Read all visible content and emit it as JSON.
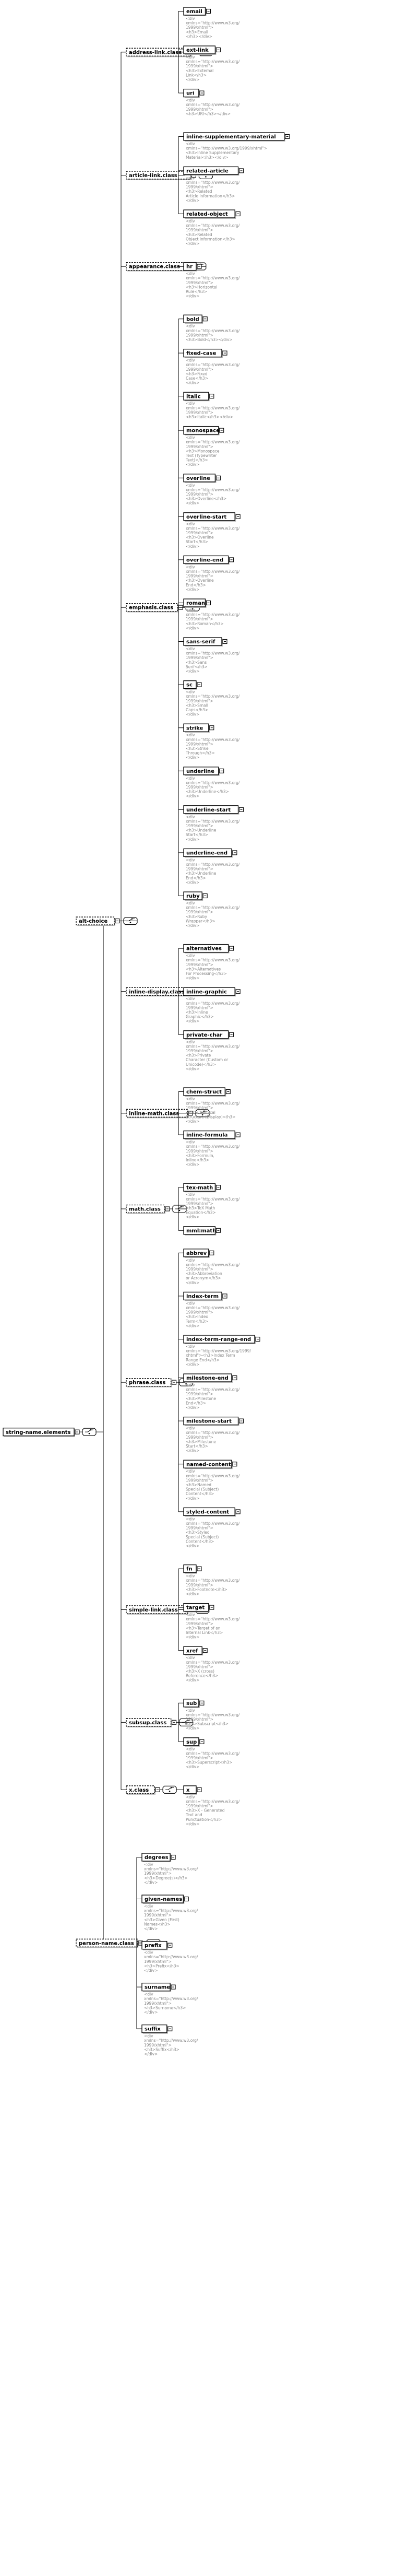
{
  "root": {
    "label": "string-name.elements"
  },
  "groups": [
    {
      "id": "g-alt",
      "label": "alt-choice",
      "children": [
        {
          "id": "c-address",
          "label": "address-link.class",
          "elements": [
            {
              "name": "email",
              "doc": [
                "<div",
                "xmlns=\"http://www.w3.org/",
                "1999/xhtml\">",
                "<h3>Email",
                "</h3></div>"
              ]
            },
            {
              "name": "ext-link",
              "doc": [
                "<div",
                "xmlns=\"http://www.w3.org/",
                "1999/xhtml\">",
                "<h3>External",
                "Link</h3>",
                "</div>"
              ]
            },
            {
              "name": "uri",
              "doc": [
                "<div",
                "xmlns=\"http://www.w3.org/",
                "1999/xhtml\">",
                "<h3>URI</h3></div>"
              ]
            }
          ]
        },
        {
          "id": "c-article",
          "label": "article-link.class",
          "elements": [
            {
              "name": "inline-supplementary-material",
              "doc": [
                "<div",
                "xmlns=\"http://www.w3.org/1999/xhtml\">",
                "<h3>Inline Supplementary",
                "Material</h3></div>"
              ]
            },
            {
              "name": "related-article",
              "doc": [
                "<div",
                "xmlns=\"http://www.w3.org/",
                "1999/xhtml\">",
                "<h3>Related",
                "Article Information</h3>",
                "</div>"
              ]
            },
            {
              "name": "related-object",
              "doc": [
                "<div",
                "xmlns=\"http://www.w3.org/",
                "1999/xhtml\">",
                "<h3>Related",
                "Object Information</h3>",
                "</div>"
              ]
            }
          ]
        },
        {
          "id": "c-appearance",
          "label": "appearance.class",
          "elements": [
            {
              "name": "hr",
              "doc": [
                "<div",
                "xmlns=\"http://www.w3.org/",
                "1999/xhtml\">",
                "<h3>Horizontal",
                "Rule</h3>",
                "</div>"
              ]
            }
          ]
        },
        {
          "id": "c-emphasis",
          "label": "emphasis.class",
          "elements": [
            {
              "name": "bold",
              "doc": [
                "<div",
                "xmlns=\"http://www.w3.org/",
                "1999/xhtml\">",
                "<h3>Bold</h3></div>"
              ]
            },
            {
              "name": "fixed-case",
              "doc": [
                "<div",
                "xmlns=\"http://www.w3.org/",
                "1999/xhtml\">",
                "<h3>Fixed",
                "Case</h3>",
                "</div>"
              ]
            },
            {
              "name": "italic",
              "doc": [
                "<div",
                "xmlns=\"http://www.w3.org/",
                "1999/xhtml\">",
                "<h3>Italic</h3></div>"
              ]
            },
            {
              "name": "monospace",
              "doc": [
                "<div",
                "xmlns=\"http://www.w3.org/",
                "1999/xhtml\">",
                "<h3>Monospace",
                "Text (Typewriter",
                "Text)</h3>",
                "</div>"
              ]
            },
            {
              "name": "overline",
              "doc": [
                "<div",
                "xmlns=\"http://www.w3.org/",
                "1999/xhtml\">",
                "<h3>Overline</h3>",
                "</div>"
              ]
            },
            {
              "name": "overline-start",
              "doc": [
                "<div",
                "xmlns=\"http://www.w3.org/",
                "1999/xhtml\">",
                "<h3>Overline",
                "Start</h3>",
                "</div>"
              ]
            },
            {
              "name": "overline-end",
              "doc": [
                "<div",
                "xmlns=\"http://www.w3.org/",
                "1999/xhtml\">",
                "<h3>Overline",
                "End</h3>",
                "</div>"
              ]
            },
            {
              "name": "roman",
              "doc": [
                "<div",
                "xmlns=\"http://www.w3.org/",
                "1999/xhtml\">",
                "<h3>Roman</h3>",
                "</div>"
              ]
            },
            {
              "name": "sans-serif",
              "doc": [
                "<div",
                "xmlns=\"http://www.w3.org/",
                "1999/xhtml\">",
                "<h3>Sans",
                "Serif</h3>",
                "</div>"
              ]
            },
            {
              "name": "sc",
              "doc": [
                "<div",
                "xmlns=\"http://www.w3.org/",
                "1999/xhtml\">",
                "<h3>Small",
                "Caps</h3>",
                "</div>"
              ]
            },
            {
              "name": "strike",
              "doc": [
                "<div",
                "xmlns=\"http://www.w3.org/",
                "1999/xhtml\">",
                "<h3>Strike",
                "Through</h3>",
                "</div>"
              ]
            },
            {
              "name": "underline",
              "doc": [
                "<div",
                "xmlns=\"http://www.w3.org/",
                "1999/xhtml\">",
                "<h3>Underline</h3>",
                "</div>"
              ]
            },
            {
              "name": "underline-start",
              "doc": [
                "<div",
                "xmlns=\"http://www.w3.org/",
                "1999/xhtml\">",
                "<h3>Underline",
                "Start</h3>",
                "</div>"
              ]
            },
            {
              "name": "underline-end",
              "doc": [
                "<div",
                "xmlns=\"http://www.w3.org/",
                "1999/xhtml\">",
                "<h3>Underline",
                "End</h3>",
                "</div>"
              ]
            },
            {
              "name": "ruby",
              "doc": [
                "<div",
                "xmlns=\"http://www.w3.org/",
                "1999/xhtml\">",
                "<h3>Ruby",
                "Wrapper</h3>",
                "</div>"
              ]
            }
          ]
        },
        {
          "id": "c-inlinedisp",
          "label": "inline-display.class",
          "elements": [
            {
              "name": "alternatives",
              "doc": [
                "<div",
                "xmlns=\"http://www.w3.org/",
                "1999/xhtml\">",
                "<h3>Alternatives",
                "For Processing</h3>",
                "</div>"
              ]
            },
            {
              "name": "inline-graphic",
              "doc": [
                "<div",
                "xmlns=\"http://www.w3.org/",
                "1999/xhtml\">",
                "<h3>Inline",
                "Graphic</h3>",
                "</div>"
              ]
            },
            {
              "name": "private-char",
              "doc": [
                "<div",
                "xmlns=\"http://www.w3.org/",
                "1999/xhtml\">",
                "<h3>Private",
                "Character (Custom or",
                "Unicode)</h3>",
                "</div>"
              ]
            }
          ]
        },
        {
          "id": "c-inlinemath",
          "label": "inline-math.class",
          "elements": [
            {
              "name": "chem-struct",
              "doc": [
                "<div",
                "xmlns=\"http://www.w3.org/",
                "1999/xhtml\">",
                "<h3>Chemical",
                "Structure (Display)</h3>",
                "</div>"
              ]
            },
            {
              "name": "inline-formula",
              "doc": [
                "<div",
                "xmlns=\"http://www.w3.org/",
                "1999/xhtml\">",
                "<h3>Formula,",
                "Inline</h3>",
                "</div>"
              ]
            }
          ]
        },
        {
          "id": "c-math",
          "label": "math.class",
          "elements": [
            {
              "name": "tex-math",
              "doc": [
                "<div",
                "xmlns=\"http://www.w3.org/",
                "1999/xhtml\">",
                "<h3>TeX Math",
                "Equation</h3>",
                "</div>"
              ]
            },
            {
              "name": "mml:math",
              "doc": []
            }
          ]
        },
        {
          "id": "c-phrase",
          "label": "phrase.class",
          "elements": [
            {
              "name": "abbrev",
              "doc": [
                "<div",
                "xmlns=\"http://www.w3.org/",
                "1999/xhtml\">",
                "<h3>Abbreviation",
                "or Acronym</h3>",
                "</div>"
              ]
            },
            {
              "name": "index-term",
              "doc": [
                "<div",
                "xmlns=\"http://www.w3.org/",
                "1999/xhtml\">",
                "<h3>Index",
                "Term</h3>",
                "</div>"
              ]
            },
            {
              "name": "index-term-range-end",
              "doc": [
                "<div",
                "xmlns=\"http://www.w3.org/1999/",
                "xhtml\"><h3>Index Term",
                "Range End</h3>",
                "</div>"
              ]
            },
            {
              "name": "milestone-end",
              "doc": [
                "<div",
                "xmlns=\"http://www.w3.org/",
                "1999/xhtml\">",
                "<h3>Milestone",
                "End</h3>",
                "</div>"
              ]
            },
            {
              "name": "milestone-start",
              "doc": [
                "<div",
                "xmlns=\"http://www.w3.org/",
                "1999/xhtml\">",
                "<h3>Milestone",
                "Start</h3>",
                "</div>"
              ]
            },
            {
              "name": "named-content",
              "doc": [
                "<div",
                "xmlns=\"http://www.w3.org/",
                "1999/xhtml\">",
                "<h3>Named",
                "Special (Subject)",
                "Content</h3>",
                "</div>"
              ]
            },
            {
              "name": "styled-content",
              "doc": [
                "<div",
                "xmlns=\"http://www.w3.org/",
                "1999/xhtml\">",
                "<h3>Styled",
                "Special (Subject)",
                "Content</h3>",
                "</div>"
              ]
            }
          ]
        },
        {
          "id": "c-simplelink",
          "label": "simple-link.class",
          "elements": [
            {
              "name": "fn",
              "doc": [
                "<div",
                "xmlns=\"http://www.w3.org/",
                "1999/xhtml\">",
                "<h3>Footnote</h3>",
                "</div>"
              ]
            },
            {
              "name": "target",
              "doc": [
                "<div",
                "xmlns=\"http://www.w3.org/",
                "1999/xhtml\">",
                "<h3>Target of an",
                "Internal Link</h3>",
                "</div>"
              ]
            },
            {
              "name": "xref",
              "doc": [
                "<div",
                "xmlns=\"http://www.w3.org/",
                "1999/xhtml\">",
                "<h3>X (cross)",
                "Reference</h3>",
                "</div>"
              ]
            }
          ]
        },
        {
          "id": "c-subsup",
          "label": "subsup.class",
          "elements": [
            {
              "name": "sub",
              "doc": [
                "<div",
                "xmlns=\"http://www.w3.org/",
                "1999/xhtml\">",
                "<h3>Subscript</h3>",
                "</div>"
              ]
            },
            {
              "name": "sup",
              "doc": [
                "<div",
                "xmlns=\"http://www.w3.org/",
                "1999/xhtml\">",
                "<h3>Superscript</h3>",
                "</div>"
              ]
            }
          ]
        },
        {
          "id": "c-x",
          "label": "x.class",
          "elements": [
            {
              "name": "x",
              "doc": [
                "<div",
                "xmlns=\"http://www.w3.org/",
                "1999/xhtml\">",
                "<h3>X - Generated",
                "Text and",
                "Punctuation</h3>",
                "</div>"
              ]
            }
          ]
        }
      ]
    },
    {
      "id": "g-person",
      "label": "person-name.class",
      "elements": [
        {
          "name": "degrees",
          "doc": [
            "<div",
            "xmlns=\"http://www.w3.org/",
            "1999/xhtml\">",
            "<h3>Degree(s)</h3>",
            "</div>"
          ]
        },
        {
          "name": "given-names",
          "doc": [
            "<div",
            "xmlns=\"http://www.w3.org/",
            "1999/xhtml\">",
            "<h3>Given (First)",
            "Names</h3>",
            "</div>"
          ]
        },
        {
          "name": "prefix",
          "doc": [
            "<div",
            "xmlns=\"http://www.w3.org/",
            "1999/xhtml\">",
            "<h3>Prefix</h3>",
            "</div>"
          ]
        },
        {
          "name": "surname",
          "doc": [
            "<div",
            "xmlns=\"http://www.w3.org/",
            "1999/xhtml\">",
            "<h3>Surname</h3>",
            "</div>"
          ]
        },
        {
          "name": "suffix",
          "doc": [
            "<div",
            "xmlns=\"http://www.w3.org/",
            "1999/xhtml\">",
            "<h3>Suffix</h3>",
            "</div>"
          ]
        }
      ]
    }
  ]
}
